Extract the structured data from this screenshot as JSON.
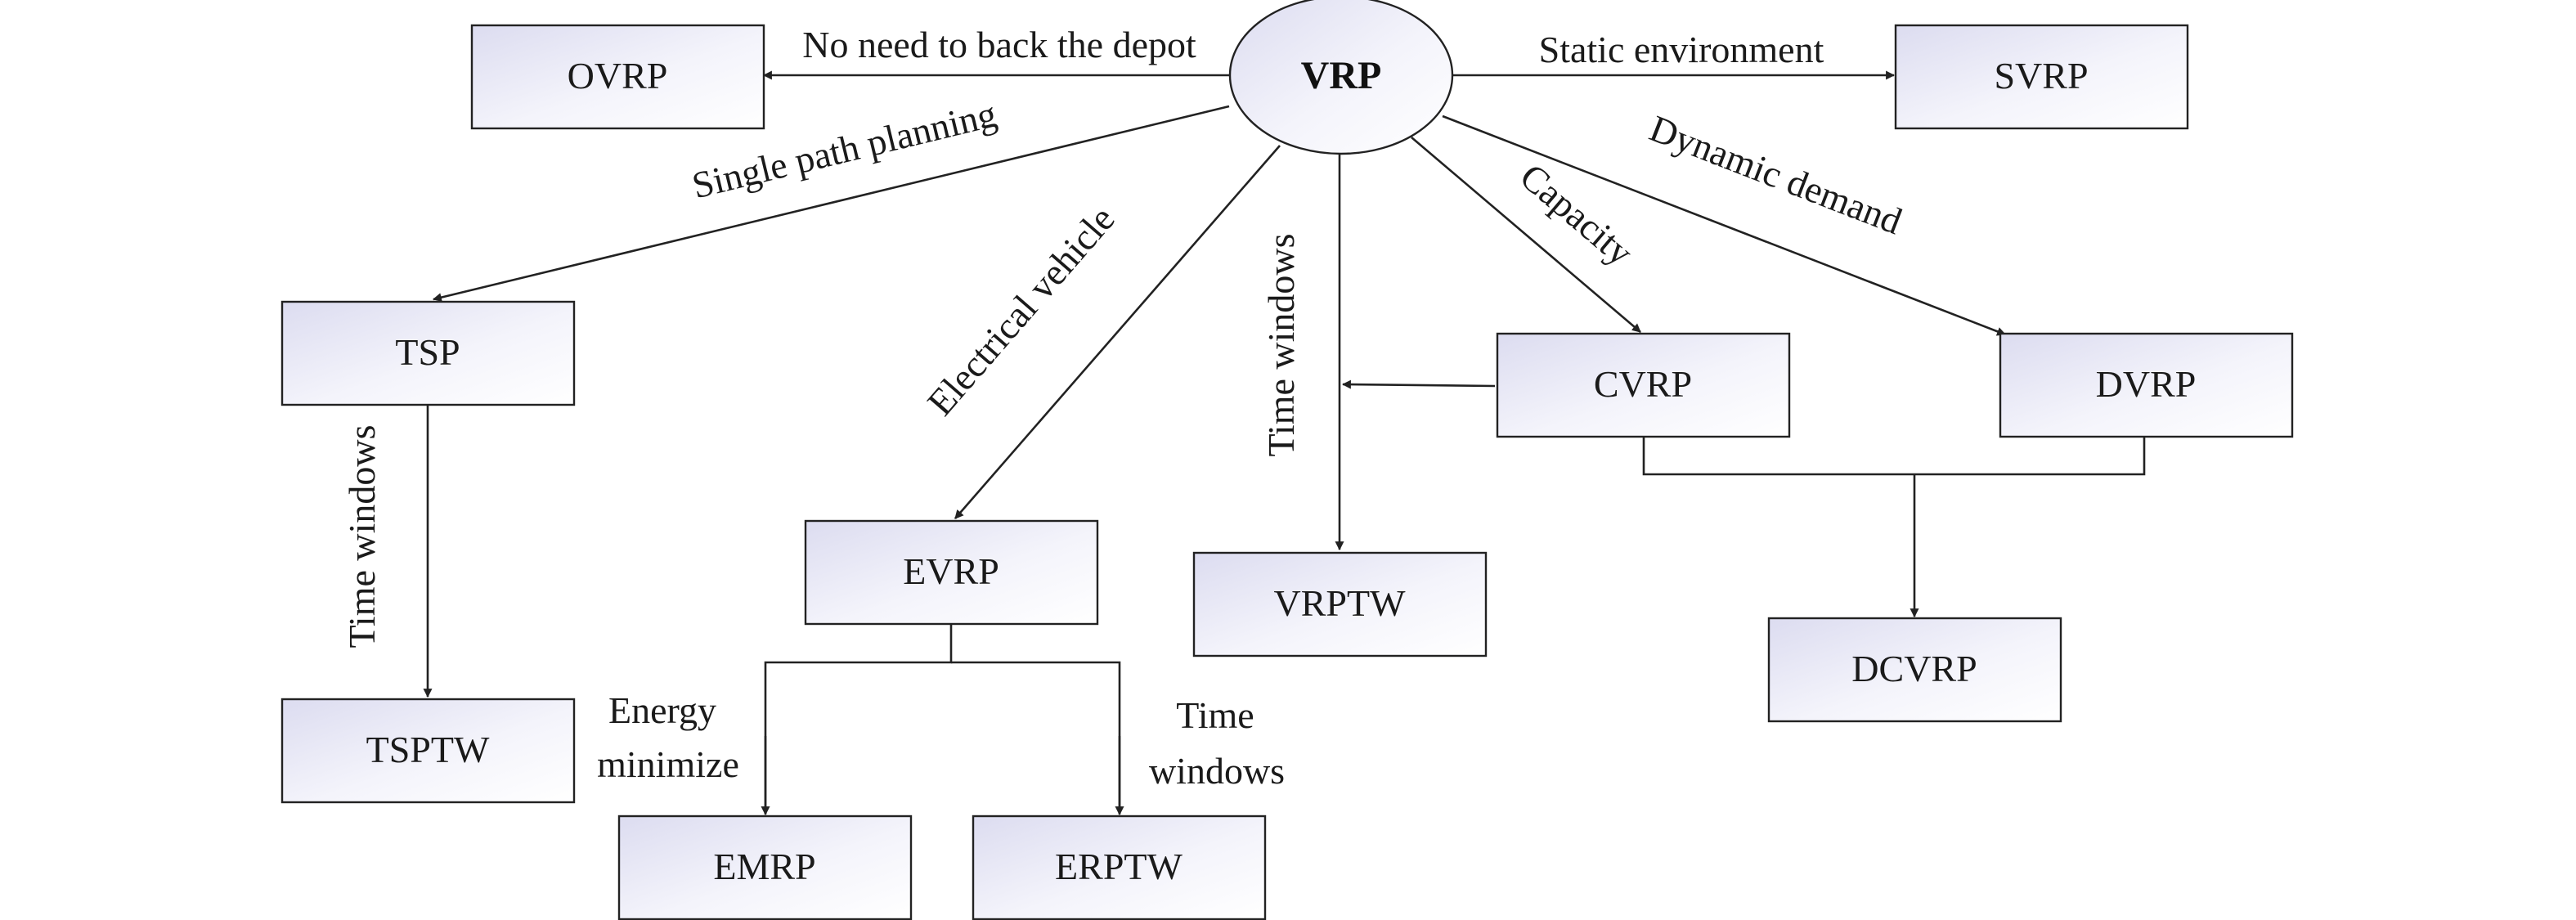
{
  "diagram": {
    "root": "VRP",
    "nodes": {
      "ovrp": "OVRP",
      "svrp": "SVRP",
      "tsp": "TSP",
      "tsptw": "TSPTW",
      "evrp": "EVRP",
      "emrp": "EMRP",
      "erptw": "ERPTW",
      "vrptw": "VRPTW",
      "cvrp": "CVRP",
      "dvrp": "DVRP",
      "dcvrp": "DCVRP"
    },
    "edge_labels": {
      "no_depot": "No need to back the depot",
      "static_env": "Static environment",
      "single_path": "Single path planning",
      "electrical_vehicle": "Electrical vehicle",
      "time_windows_vrp": "Time windows",
      "capacity": "Capacity",
      "dynamic_demand": "Dynamic demand",
      "time_windows_tsp": "Time windows",
      "energy_minimize_1": "Energy",
      "energy_minimize_2": "minimize",
      "time_windows_ev_1": "Time",
      "time_windows_ev_2": "windows"
    },
    "colors": {
      "box_gradient_start": "#dcdcf0",
      "box_gradient_end": "#ffffff",
      "line": "#222222"
    }
  }
}
